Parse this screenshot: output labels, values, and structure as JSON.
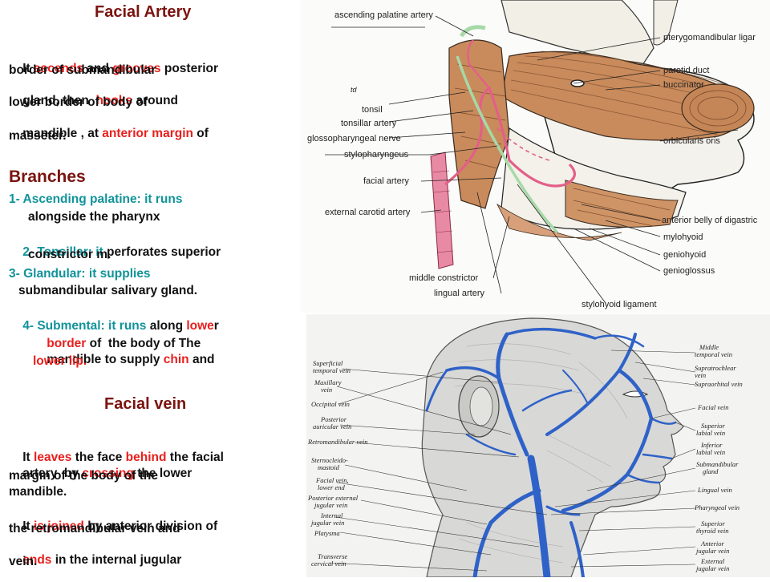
{
  "artery_section": {
    "title": "Facial Artery",
    "p1": [
      "It ",
      "ascends",
      " and ",
      "grooves",
      " posterior"
    ],
    "p2": "border of submandibular",
    "p3": [
      "gland, then  ",
      "hooks",
      " around"
    ],
    "p4": "lower border of body of",
    "p5": [
      "mandible , at ",
      "anterior margin",
      " of"
    ],
    "p6": "masseter."
  },
  "branches": {
    "title": "Branches",
    "b1_a": "1- Ascending palatine: it runs",
    "b1_b": "alongside the pharynx",
    "b2_a": "2- Tonsillar: it",
    "b2_a2": " perforates superior",
    "b2_b": "constrictor m.",
    "b3_a": "3- Glandular: it supplies",
    "b3_b": "submandibular salivary gland.",
    "b4_a": [
      "4- Submental: it runs ",
      "along ",
      "lowe",
      "r"
    ],
    "b4_b": [
      "border",
      " of  the body of The"
    ],
    "b4_c": [
      "mandible to supply ",
      "chin",
      " and"
    ],
    "b4_d": "lower lip."
  },
  "vein_section": {
    "title": "Facial vein",
    "p1": [
      "It ",
      "leaves",
      " the face ",
      "behind",
      " the facial"
    ],
    "p2": [
      "artery  by ",
      "crossing",
      " the lower"
    ],
    "p3": "margin of the body of the",
    "p4": "mandible.",
    "p5": [
      "It ",
      "is joined",
      " by anterior division of"
    ],
    "p6": "the retromandibular vein and",
    "p7": [
      "ends",
      " in the internal jugular"
    ],
    "p8": "vein."
  },
  "artery_figure_labels": {
    "ascending_palatine_artery": "ascending palatine artery",
    "pterygomandibular": "pterygomandibular ligar",
    "parotid_duct": "parotid duct",
    "buccinator": "buccinator",
    "tonsil": "tonsil",
    "tonsillar_artery": "tonsillar artery",
    "glossopharyngeal_nerve": "glossopharyngeal nerve",
    "stylopharyngeus": "stylopharyngeus",
    "orbicularis_oris": "orbicularis oris",
    "facial_artery": "facial artery",
    "external_carotid_artery": "external carotid artery",
    "anterior_belly": "anterior belly of digastric",
    "mylohyoid": "mylohyoid",
    "geniohyoid": "geniohyoid",
    "genioglossus": "genioglossus",
    "middle_constrictor": "middle constrictor",
    "lingual_artery": "lingual artery",
    "stylohyoid_ligament": "stylohyoid ligament",
    "td": "td"
  },
  "vein_figure_labels": {
    "superficial_temporal": [
      "Superficial",
      "temporal vein"
    ],
    "maxillary": [
      "Maxillary",
      "vein"
    ],
    "occipital": "Occipital vein",
    "posterior_auricular": [
      "Posterior",
      "auricular vein"
    ],
    "retromandibular": "Retromandibular vein",
    "sternocleido": [
      "Sternocleido-",
      "mastoid"
    ],
    "facial_lower_end": [
      "Facial vein,",
      "lower end"
    ],
    "posterior_external_jugular": [
      "Posterior external",
      "jugular vein"
    ],
    "internal_jugular": [
      "Internal",
      "jugular vein"
    ],
    "platysma": "Platysma",
    "transverse_cervical": [
      "Transverse",
      "cervical vein"
    ],
    "middle_temporal": [
      "Middle",
      "temporal vein"
    ],
    "supratrochlear": [
      "Supratrochlear",
      "vein"
    ],
    "supraorbital": "Supraorbital vein",
    "facial_vein": "Facial vein",
    "superior_labial": [
      "Superior",
      "labial vein"
    ],
    "inferior_labial": [
      "Inferior",
      "labial vein"
    ],
    "submandibular_gland": [
      "Submandibular",
      "gland"
    ],
    "lingual_vein": "Lingual vein",
    "pharyngeal_vein": "Pharyngeal vein",
    "superior_thyroid": [
      "Superior",
      "thyroid vein"
    ],
    "anterior_jugular": [
      "Anterior",
      "jugular vein"
    ],
    "external_jugular": [
      "External",
      "jugular vein"
    ]
  }
}
